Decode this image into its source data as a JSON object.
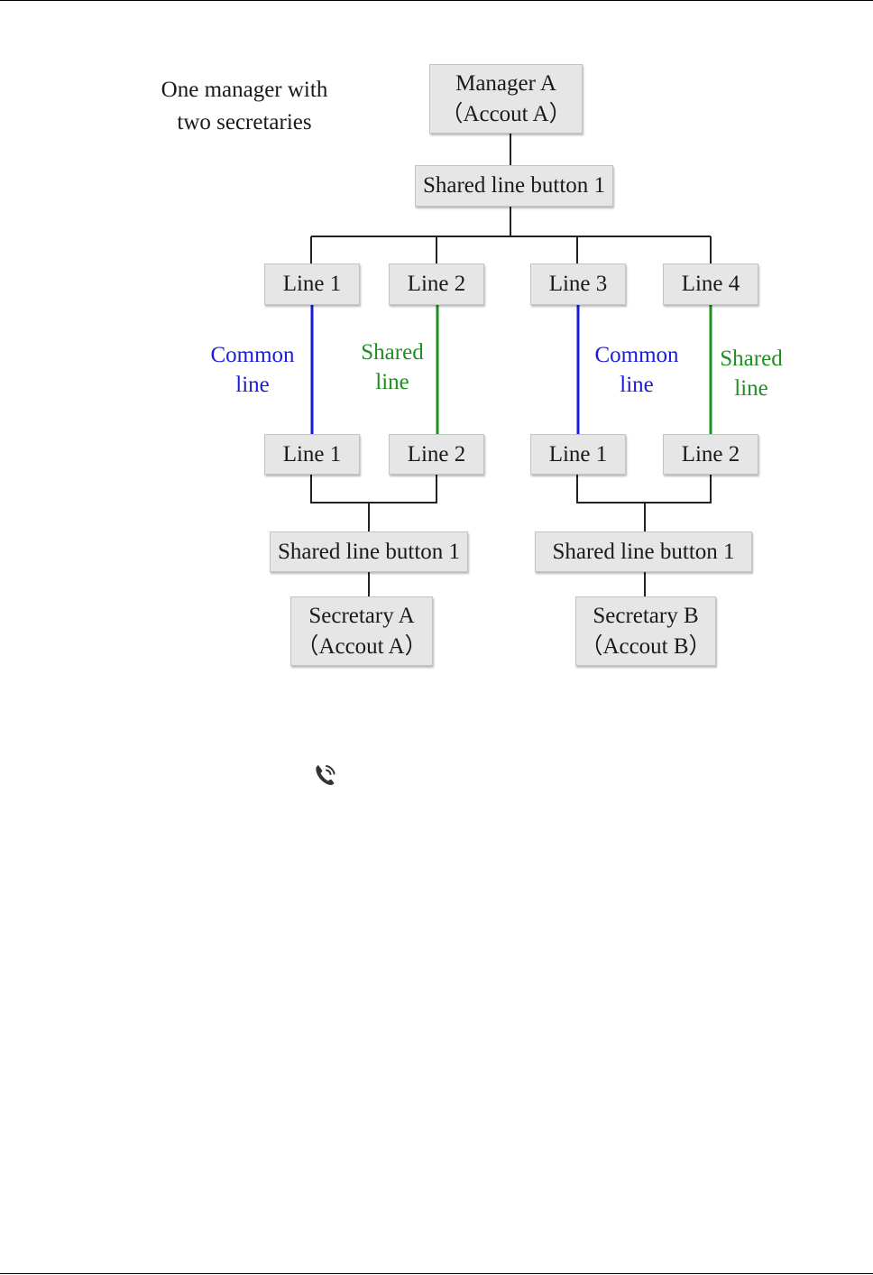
{
  "caption": {
    "line1": "One manager with",
    "line2": "two secretaries"
  },
  "manager": {
    "name": "Manager A",
    "account": "（Accout A）"
  },
  "manager_shared_button": "Shared line button 1",
  "manager_lines": [
    "Line 1",
    "Line 2",
    "Line 3",
    "Line 4"
  ],
  "links": [
    {
      "line1": "Common",
      "line2": "line",
      "color": "#1a1adb"
    },
    {
      "line1": "Shared",
      "line2": "line",
      "color": "#1f8f1f"
    },
    {
      "line1": "Common",
      "line2": "line",
      "color": "#1a1adb"
    },
    {
      "line1": "Shared",
      "line2": "line",
      "color": "#1f8f1f"
    }
  ],
  "secretary_a": {
    "lines": [
      "Line 1",
      "Line 2"
    ],
    "shared_button": "Shared line button 1",
    "name": "Secretary A",
    "account": "（Accout A）"
  },
  "secretary_b": {
    "lines": [
      "Line 1",
      "Line 2"
    ],
    "shared_button": "Shared line button 1",
    "name": "Secretary B",
    "account": "（Accout B）"
  },
  "icons": {
    "phone": "phone-handset-icon"
  },
  "colors": {
    "common_line": "#1a1adb",
    "shared_line": "#1f8f1f",
    "box_fill": "#e6e6e6"
  }
}
